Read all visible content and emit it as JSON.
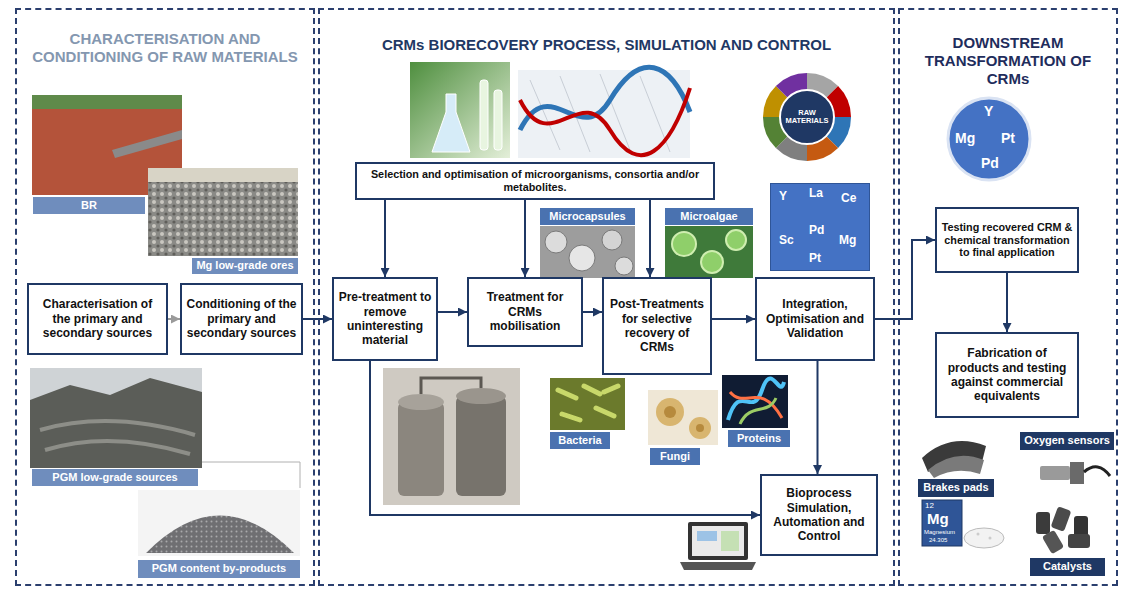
{
  "diagram": {
    "nodes": [
      {
        "text": [
          "CHARACTERISATION AND CONDITIONING OF RAW MATERIALS"
        ]
      },
      {
        "text": [
          "BR"
        ],
        "in": 0
      },
      {
        "text": [
          "Mg low-grade ores"
        ],
        "in": 0
      },
      {
        "text": [
          "Characterisation of the primary and secondary sources"
        ],
        "in": 0
      },
      {
        "text": [
          "Conditioning of the primary and secondary sources"
        ],
        "in": 0
      },
      {
        "text": [
          "PGM low-grade sources"
        ],
        "in": 0
      },
      {
        "text": [
          "PGM content by-products"
        ],
        "in": 0
      },
      {
        "text": [
          "CRMs BIORECOVERY PROCESS, SIMULATION AND CONTROL"
        ]
      },
      {
        "text": [
          "RAW MATERIALS"
        ],
        "in": 7
      },
      {
        "text": [
          "Selection and optimisation of microorganisms, consortia and/or metabolites."
        ],
        "in": 7
      },
      {
        "text": [
          "Microcapsules"
        ],
        "in": 7
      },
      {
        "text": [
          "Microalgae"
        ],
        "in": 7
      },
      {
        "text": [
          "Y",
          "La",
          "Ce",
          "Sc",
          "Pd",
          "Mg",
          "Pt"
        ],
        "in": 7
      },
      {
        "text": [
          "Pre-treatment to remove uninteresting material"
        ],
        "in": 7
      },
      {
        "text": [
          "Treatment for CRMs mobilisation"
        ],
        "in": 7
      },
      {
        "text": [
          "Post-Treatments for selective recovery of CRMs"
        ],
        "in": 7
      },
      {
        "text": [
          "Integration, Optimisation and Validation"
        ],
        "in": 7
      },
      {
        "text": [
          "Bacteria"
        ],
        "in": 7
      },
      {
        "text": [
          "Fungi"
        ],
        "in": 7
      },
      {
        "text": [
          "Proteins"
        ],
        "in": 7
      },
      {
        "text": [
          "Bioprocess Simulation, Automation and Control"
        ],
        "in": 7
      },
      {
        "text": [
          "DOWNSTREAM TRANSFORMATION OF CRMs"
        ]
      },
      {
        "text": [
          "Y",
          "Mg",
          "Pt",
          "Pd"
        ],
        "in": 21
      },
      {
        "text": [
          "Testing recovered CRM & chemical transformation to final application"
        ],
        "in": 21
      },
      {
        "text": [
          "Fabrication of products and testing against commercial equivalents"
        ],
        "in": 21
      },
      {
        "text": [
          "Brakes pads"
        ],
        "in": 21
      },
      {
        "text": [
          "Oxygen sensors"
        ],
        "in": 21
      },
      {
        "text": [
          "Catalysts"
        ],
        "in": 21
      }
    ],
    "edges": [
      {
        "from": 3,
        "to": 4,
        "arrow": "to"
      },
      {
        "from": 4,
        "to": 13,
        "arrow": "to"
      },
      {
        "from": 9,
        "to": 13,
        "arrow": "to"
      },
      {
        "from": 9,
        "to": 14,
        "arrow": "to"
      },
      {
        "from": 9,
        "to": 15,
        "arrow": "to"
      },
      {
        "from": 13,
        "to": 14,
        "arrow": "to"
      },
      {
        "from": 14,
        "to": 15,
        "arrow": "to"
      },
      {
        "from": 15,
        "to": 16,
        "arrow": "to"
      },
      {
        "from": 16,
        "to": 23,
        "arrow": "to"
      },
      {
        "from": 16,
        "to": 20,
        "arrow": "to"
      },
      {
        "from": 13,
        "to": 20,
        "arrow": "to"
      },
      {
        "from": 23,
        "to": 24,
        "arrow": "to"
      }
    ],
    "labels": [
      "12",
      "Mg",
      "Magnesium",
      "24.305"
    ]
  }
}
